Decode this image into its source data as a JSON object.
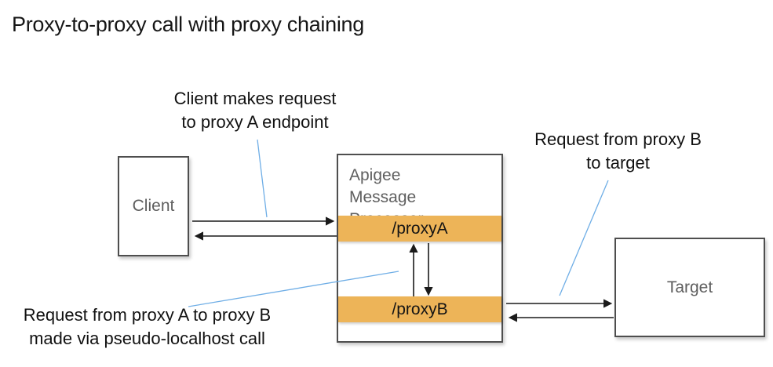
{
  "title": "Proxy-to-proxy call with proxy chaining",
  "colors": {
    "bar_fill": "#EDB458",
    "callout_line": "#6FAEE6",
    "box_border": "#4e4e4e",
    "box_label": "#5f5f5f",
    "arrow_color": "#1a1a1a"
  },
  "nodes": {
    "client": {
      "label": "Client"
    },
    "message_processor": {
      "label": "Apigee Message Processor",
      "endpoints": [
        {
          "label": "/proxyA"
        },
        {
          "label": "/proxyB"
        }
      ]
    },
    "target": {
      "label": "Target"
    }
  },
  "annotations": {
    "client_request": {
      "line1": "Client makes request",
      "line2": "to proxy A endpoint"
    },
    "proxyb_to_target": {
      "line1": "Request from proxy B",
      "line2": "to target"
    },
    "proxya_to_proxyb": {
      "line1": "Request from proxy A to proxy B",
      "line2": "made via pseudo-localhost call"
    }
  },
  "arrows": [
    {
      "name": "client-to-proxya",
      "from": "Client",
      "to": "/proxyA"
    },
    {
      "name": "proxya-to-client",
      "from": "/proxyA",
      "to": "Client"
    },
    {
      "name": "proxyb-to-proxya-up",
      "from": "/proxyB",
      "to": "/proxyA"
    },
    {
      "name": "proxya-to-proxyb-down",
      "from": "/proxyA",
      "to": "/proxyB"
    },
    {
      "name": "proxyb-to-target",
      "from": "/proxyB",
      "to": "Target"
    },
    {
      "name": "target-to-proxyb",
      "from": "Target",
      "to": "/proxyB"
    }
  ]
}
